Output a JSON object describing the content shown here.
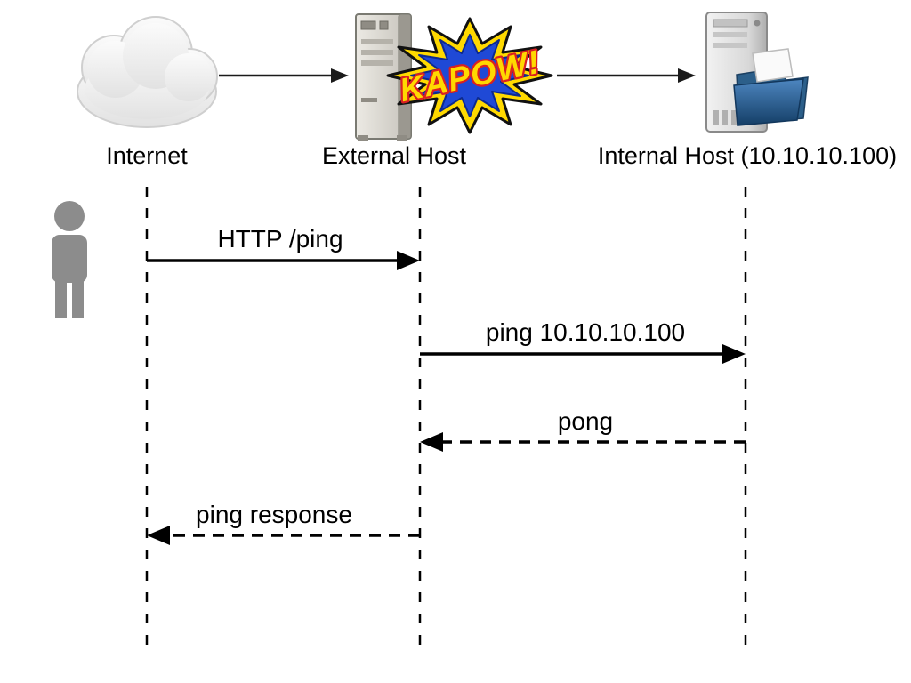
{
  "diagram": {
    "type": "sequence",
    "actors": [
      {
        "label": "Internet",
        "icon": "cloud-icon"
      },
      {
        "label": "External Host",
        "icon": "server-tower-icon"
      },
      {
        "label": "Internal Host (10.10.10.100)",
        "icon": "server-folder-icon"
      }
    ],
    "kapow": {
      "text": "KAPOW!"
    },
    "observer": {
      "icon": "person-icon"
    },
    "messages": [
      {
        "label": "HTTP /ping",
        "from": "Internet",
        "to": "External Host",
        "style": "solid",
        "direction": "right"
      },
      {
        "label": "ping 10.10.10.100",
        "from": "External Host",
        "to": "Internal Host",
        "style": "solid",
        "direction": "right"
      },
      {
        "label": "pong",
        "from": "Internal Host",
        "to": "External Host",
        "style": "dashed",
        "direction": "left"
      },
      {
        "label": "ping response",
        "from": "External Host",
        "to": "Internet",
        "style": "dashed",
        "direction": "left"
      }
    ],
    "colors": {
      "line": "#000000",
      "person": "#8c8c8c",
      "burst_outer_fill": "#ffd900",
      "burst_inner_fill": "#1f49d6",
      "burst_text_fill": "#ffd900",
      "burst_text_outline": "#d92121"
    }
  }
}
